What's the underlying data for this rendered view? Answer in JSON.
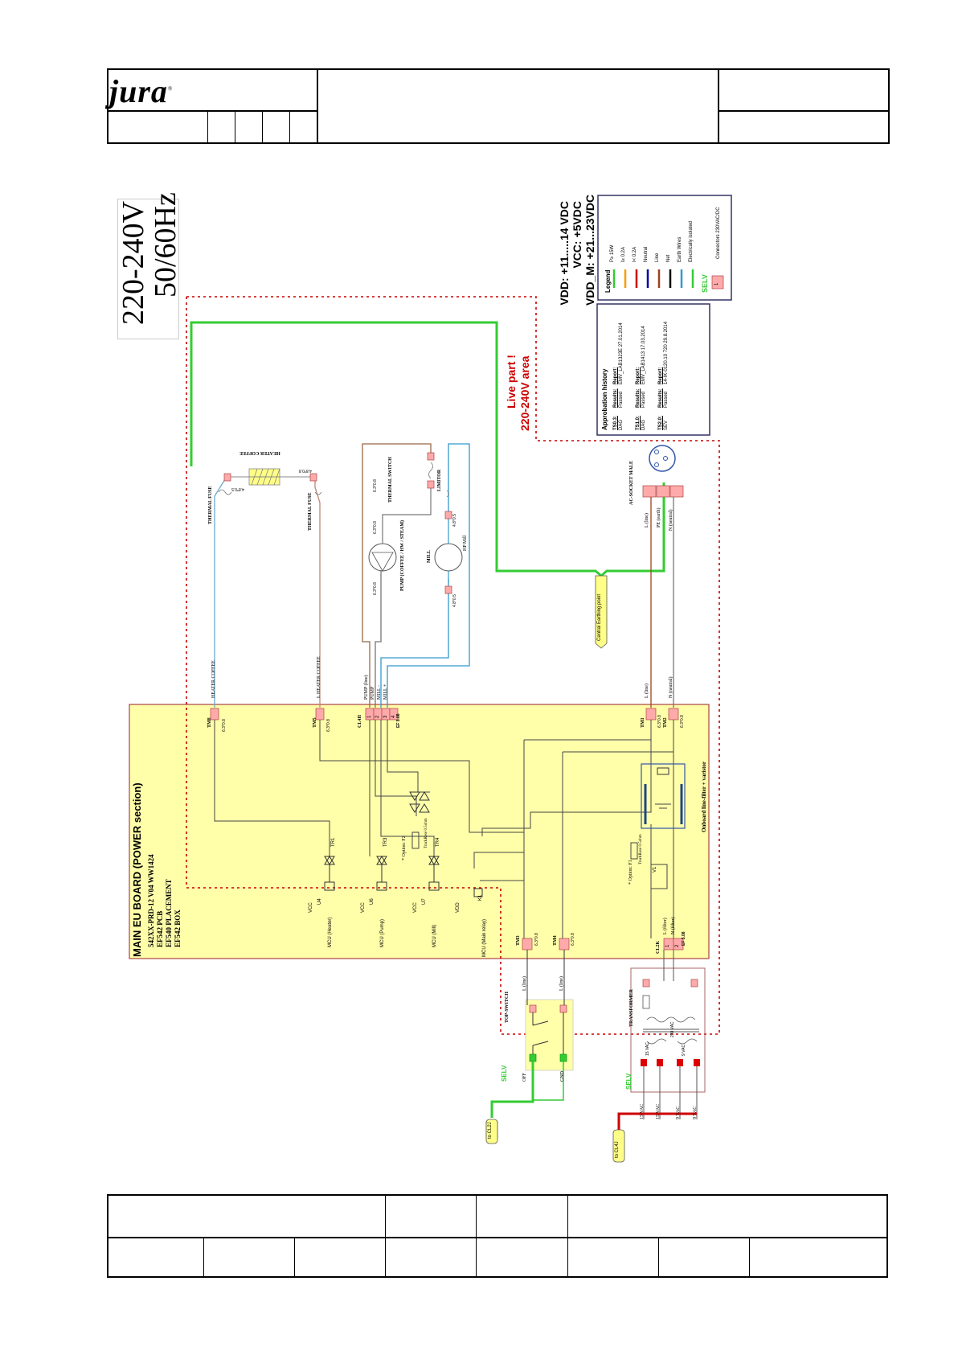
{
  "brand": {
    "logo_text": "jura",
    "trademark": "®"
  },
  "voltage_box": {
    "line1": "220-240V",
    "line2": "50/60Hz"
  },
  "supply": {
    "vdd": "VDD:  +11.....14 VDC",
    "vcc": "VCC:  +5VDC",
    "vdd_m": "VDD_M:  +21...23VDC"
  },
  "legend": {
    "title": "Legend",
    "items": [
      {
        "label": "P≥ 15W",
        "color": "#33cc33"
      },
      {
        "label": "I≥ 0.2A",
        "color": "#ff9900"
      },
      {
        "label": "I< 0.2A",
        "color": "#cc0000"
      },
      {
        "label": "Neutral",
        "color": "#0000aa"
      },
      {
        "label": "Line",
        "color": "#994422"
      },
      {
        "label": "Net",
        "color": "#000000"
      },
      {
        "label": "Earth Wires",
        "color": "#3399cc"
      },
      {
        "label": "Electrically isolated",
        "color": "#33cc33"
      }
    ],
    "selv_label": "SELV",
    "connector_label": "Connectors 230VAC/DC",
    "connector_pin": "1"
  },
  "approbation": {
    "title": "Approbation  history",
    "rows": [
      {
        "ts": "TS0.3:",
        "ts_value": "DAG",
        "results": "Results:",
        "result_value": "Passed",
        "report": "Report:",
        "report_value": "EMV_LAB1323E  27.01.2014"
      },
      {
        "ts": "TS1.0:",
        "ts_value": "DAG",
        "results": "Results:",
        "result_value": "Passed",
        "report": "Report:",
        "report_value": "EMV_LAB1413 17.03.2014"
      },
      {
        "ts": "TS2.0:",
        "ts_value": "SEV",
        "results": "Results:",
        "result_value": "Passed",
        "report": "Report:",
        "report_value": "14-IK-0120.10 720  29.8.2014"
      }
    ]
  },
  "live_part": {
    "line1": "Live part !",
    "line2": "220-240V area"
  },
  "board": {
    "title": "MAIN EU BOARD  (POWER section)",
    "sub": [
      "542XX-PRD-12  V04  WW1424",
      "EF542   PCB",
      "EF540   PLACEMENT",
      "EF542   BOX"
    ],
    "onboard_filter": "Onboard line-filter + varistor",
    "option_f1": "* Option: F1",
    "tracking": "TrackResé 0.5ohm",
    "option_f2": "* Option: F2",
    "tracking2": "TrackResé 0.5ohm",
    "v1": "V1",
    "k1": "K1"
  },
  "connectors": {
    "tm8": {
      "name": "TM8",
      "size": "6.3*0.8",
      "signal": "HEATER COFFEE"
    },
    "tm5": {
      "name": "TM5",
      "size": "6.3*0.8",
      "signal": "L HEATER COFFEE"
    },
    "cl4h": {
      "name": "CL4H",
      "size": "EF 5.08",
      "signals": [
        "PUMP (line)",
        "PUMP",
        "MILL -",
        "MILL +"
      ],
      "pins": [
        "1",
        "2",
        "3",
        "4"
      ]
    },
    "tm1": {
      "name": "TM1",
      "size": "6.3*0.8",
      "signal": "L (line)"
    },
    "tm2": {
      "name": "TM2",
      "size": "6.3*0.8",
      "signal": "N (neutral)"
    },
    "tm3": {
      "name": "TM3",
      "size": "6.3*0.8",
      "signal": "L (line)"
    },
    "tm4": {
      "name": "TM4",
      "size": "6.3*0.8",
      "signal": "L (line)"
    },
    "cl2k": {
      "name": "CL2K",
      "size": "EF 5.08",
      "signals": [
        "L (filter)",
        "N (filter)"
      ],
      "pins": [
        "1",
        "2"
      ]
    }
  },
  "mcu": [
    {
      "label": "MCU (Heater)",
      "ic": "U4",
      "triac": "TR1",
      "supply": "VCC"
    },
    {
      "label": "MCU (Pump)",
      "ic": "U6",
      "triac": "TR3",
      "supply": "VCC"
    },
    {
      "label": "MCU (Mill)",
      "ic": "U7",
      "triac": "TR4",
      "supply": "VCC"
    },
    {
      "label": "MCU (Main relay)",
      "ic": "",
      "triac": "",
      "supply": "VDD"
    }
  ],
  "components": {
    "thermal_fuse_1": "THERMAL FUSE",
    "thermal_fuse_2": "THERMAL FUSE",
    "heater_coffee": "HEATER COFFEE",
    "heater_size1": "4.8*0.5",
    "heater_size2": "4.8*0.8",
    "pump": "PUMP (COFFEE / HW / STEAM)",
    "pump_size1": "6.3*0.8",
    "pump_size2": "6.3*0.8",
    "thermal_switch": "THERMAL SWITCH",
    "thermal_switch_size": "6.3*0.8",
    "mill": "MILL",
    "mill_hp": "HP Mill",
    "mill_size1": "4.8*0.5",
    "mill_size2": "4.8*0.5",
    "limitor": "LIMITOR",
    "ac_socket": "AC-SOCKET MALE",
    "ac_l": "L (line)",
    "ac_pe": "PE (earth)",
    "ac_n": "N (neutral)",
    "earthing": "Central Earthing point",
    "transformer": "TRANSFORMER",
    "transformer_230": "230 VAC",
    "transformer_s1": "15 VAC",
    "transformer_s2": "9 VAC",
    "top_switch": "TOP-SWITCH",
    "top_off": "OFF",
    "top_gnd": "GND",
    "top_l1": "L (line)",
    "top_l2": "L (line)",
    "selv1": "SELV",
    "selv2": "SELV",
    "to_cl2j": "to CL2J",
    "to_cl4j": "to CL4J",
    "tr_out": [
      "15 VAC",
      "15 VAC",
      "9 VAC",
      "9 VAC"
    ]
  },
  "colors": {
    "board": "#ffffaa",
    "earth": "#33cc33",
    "live_border": "#cc0000",
    "connector": "#ffaaaa",
    "transformer_out": "#cc0000"
  }
}
